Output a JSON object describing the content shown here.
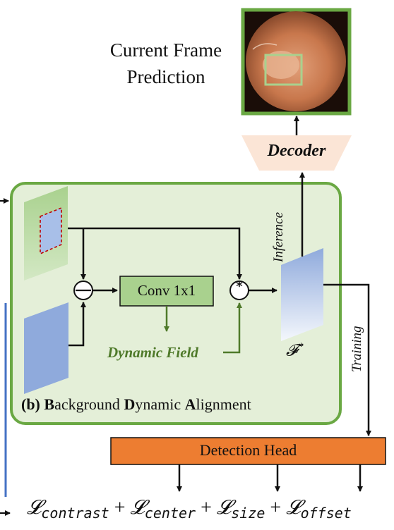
{
  "prediction": {
    "title_line1": "Current Frame",
    "title_line2": "Prediction"
  },
  "decoder": {
    "label": "Decoder"
  },
  "module": {
    "title_prefix": "(b) ",
    "title_parts": [
      {
        "b": "B",
        "r": "ackground "
      },
      {
        "b": "D",
        "r": "ynamic "
      },
      {
        "b": "A",
        "r": "lignment"
      }
    ]
  },
  "ops": {
    "subtract": "⊖",
    "multiply": "*"
  },
  "conv": {
    "label": "Conv 1x1"
  },
  "dynamic_field": {
    "label": "Dynamic Field"
  },
  "feature": {
    "label": "𝓕",
    "sup": "*"
  },
  "paths": {
    "inference": "Inference",
    "training": "Training"
  },
  "detection_head": {
    "label": "Detection Head"
  },
  "loss": {
    "symbol": "𝓛",
    "terms": [
      "contrast",
      "center",
      "size",
      "offset"
    ],
    "plus": "+"
  },
  "colors": {
    "module_fill": "#e4efd8",
    "module_border": "#6aa843",
    "conv_fill": "#a9d18e",
    "decoder_fill": "#fbe5d6",
    "head_fill": "#ed7d31",
    "frame_border": "#6aa843",
    "dynamic_field_text": "#4f7a2a",
    "feature_blue": "#8faadc"
  }
}
